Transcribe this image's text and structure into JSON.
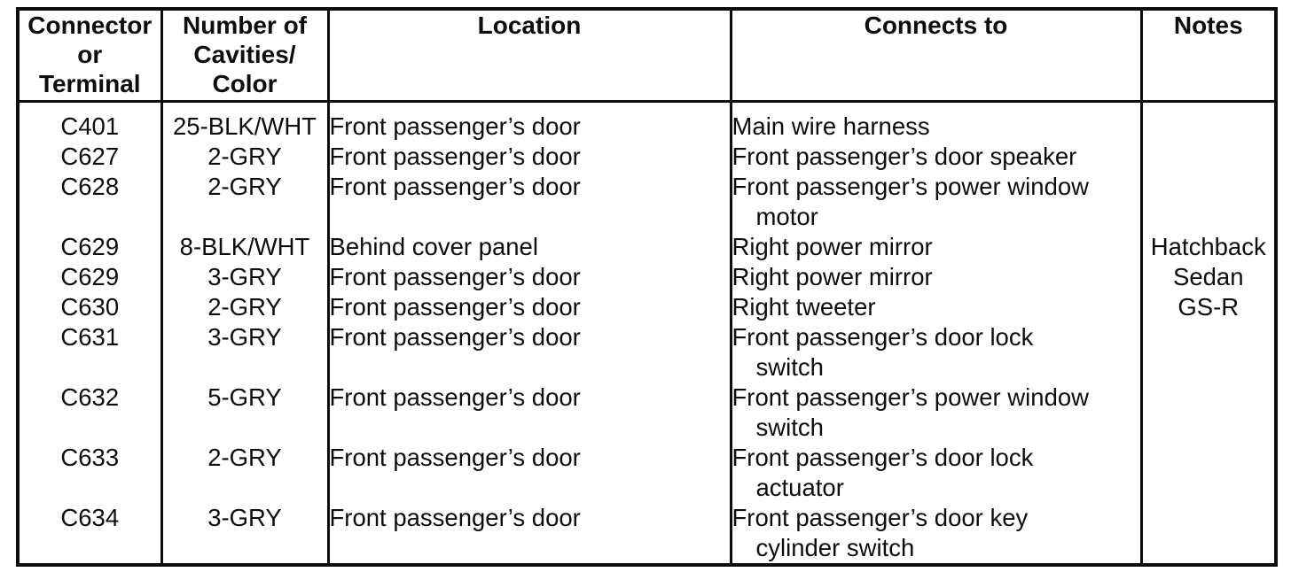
{
  "document": {
    "kind": "wiring-connector-table",
    "colors": {
      "text": "#0d0d0d",
      "border": "#0d0d0d",
      "background": "#ffffff"
    }
  },
  "table": {
    "columns": [
      {
        "id": "connector",
        "label": "Connector or Terminal",
        "label_lines": [
          "Connector",
          "or",
          "Terminal"
        ]
      },
      {
        "id": "cavities",
        "label": "Number of Cavities/Color",
        "label_lines": [
          "Number of",
          "Cavities/",
          "Color"
        ]
      },
      {
        "id": "location",
        "label": "Location",
        "label_lines": [
          "Location"
        ]
      },
      {
        "id": "connects",
        "label": "Connects to",
        "label_lines": [
          "Connects to"
        ]
      },
      {
        "id": "notes",
        "label": "Notes",
        "label_lines": [
          "Notes"
        ]
      }
    ],
    "rows": [
      {
        "connector": "C401",
        "cavities": "25-BLK/WHT",
        "location": "Front passenger’s door",
        "connects_to": [
          "Main wire harness"
        ],
        "notes": ""
      },
      {
        "connector": "C627",
        "cavities": "2-GRY",
        "location": "Front passenger’s door",
        "connects_to": [
          "Front passenger’s door speaker"
        ],
        "notes": ""
      },
      {
        "connector": "C628",
        "cavities": "2-GRY",
        "location": "Front passenger’s door",
        "connects_to": [
          "Front passenger’s power window",
          "motor"
        ],
        "notes": ""
      },
      {
        "connector": "C629",
        "cavities": "8-BLK/WHT",
        "location": "Behind cover panel",
        "connects_to": [
          "Right power mirror"
        ],
        "notes": "Hatchback"
      },
      {
        "connector": "C629",
        "cavities": "3-GRY",
        "location": "Front passenger’s door",
        "connects_to": [
          "Right power mirror"
        ],
        "notes": "Sedan"
      },
      {
        "connector": "C630",
        "cavities": "2-GRY",
        "location": "Front passenger’s door",
        "connects_to": [
          "Right tweeter"
        ],
        "notes": "GS-R"
      },
      {
        "connector": "C631",
        "cavities": "3-GRY",
        "location": "Front passenger’s door",
        "connects_to": [
          "Front passenger’s door lock",
          "switch"
        ],
        "notes": ""
      },
      {
        "connector": "C632",
        "cavities": "5-GRY",
        "location": "Front passenger’s door",
        "connects_to": [
          "Front passenger’s power window",
          "switch"
        ],
        "notes": ""
      },
      {
        "connector": "C633",
        "cavities": "2-GRY",
        "location": "Front passenger’s door",
        "connects_to": [
          "Front passenger’s door lock",
          "actuator"
        ],
        "notes": ""
      },
      {
        "connector": "C634",
        "cavities": "3-GRY",
        "location": "Front passenger’s door",
        "connects_to": [
          "Front passenger’s door key",
          "cylinder switch"
        ],
        "notes": ""
      }
    ]
  }
}
